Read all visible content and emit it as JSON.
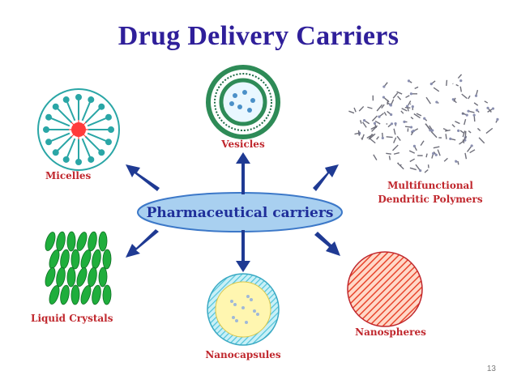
{
  "slide": {
    "title": "Drug Delivery Carriers",
    "page_number": "13"
  },
  "diagram": {
    "center": "Pharmaceutical carriers",
    "items": [
      {
        "label": "Micelles"
      },
      {
        "label": "Vesicles"
      },
      {
        "label_lines": [
          "Multifunctional",
          "Dendritic Polymers"
        ]
      },
      {
        "label": "Liquid Crystals"
      },
      {
        "label": "Nanocapsules"
      },
      {
        "label": "Nanospheres"
      }
    ]
  },
  "colors": {
    "title": "#2f1f9a",
    "label_red": "#c0272d",
    "arrow": "#1f3a93",
    "ellipse_fill": "#a9d0f0",
    "center_text": "#1f2f9a",
    "vesicle_ring": "#2e8b57",
    "micelle_ring": "#2aa6a6",
    "liquid_crystal": "#1fae3c",
    "nanocapsule_fill": "#fff6b0",
    "nanocapsule_ring": "#4fc3d9",
    "nanosphere": "#e8452c"
  }
}
